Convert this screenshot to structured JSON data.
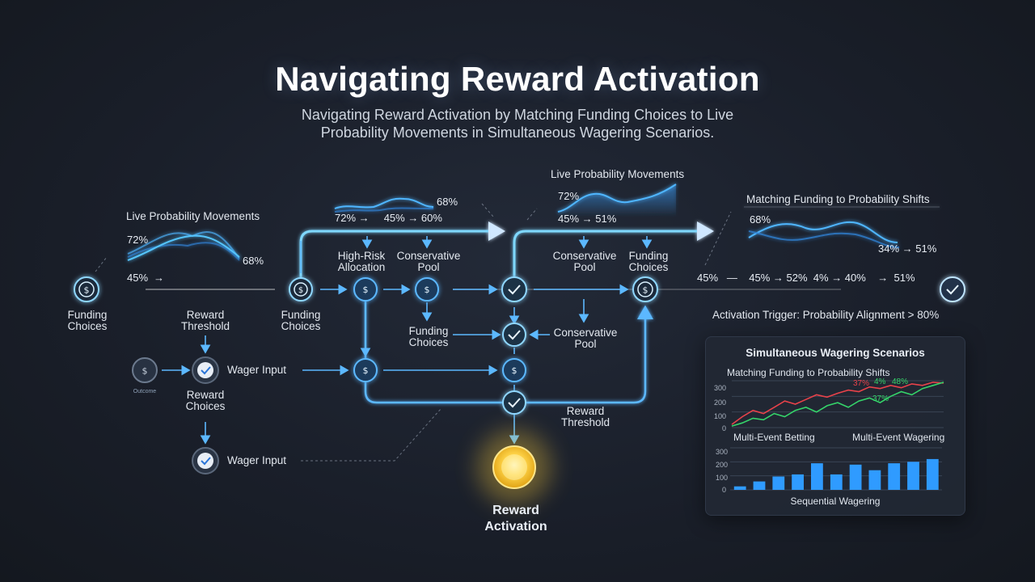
{
  "header": {
    "title": "Navigating Reward Activation",
    "subtitle_line1": "Navigating Reward Activation by Matching Funding Choices to Live",
    "subtitle_line2": "Probability Movements in Simultaneous Wagering Scenarios."
  },
  "colors": {
    "accent": "#4fb6ff",
    "glow": "#7fd4ff",
    "gold": "#ffcf3a",
    "red": "#e8424a",
    "green": "#35d46a"
  },
  "left_group": {
    "heading": "Live Probability Movements",
    "top_pct": "72%",
    "bottom_pct": "45%",
    "bottom_arrow": "→",
    "right_pct": "68%",
    "funding_label": "Funding\nChoices",
    "reward_threshold": "Reward\nThreshold",
    "reward_choices": "Reward\nChoices",
    "wager_input_1": "Wager Input",
    "wager_input_2": "Wager Input",
    "tiny_label": "Outcome"
  },
  "center_left": {
    "pct_top": "68%",
    "pct_row": "72% →     45% → 60%",
    "high_risk": "High-Risk\nAllocation",
    "conservative": "Conservative\nPool",
    "funding_label": "Funding\nChoices",
    "funding_choices_mid": "Funding\nChoices"
  },
  "center_right": {
    "heading": "Live Probability Movements",
    "pct_top": "72%",
    "pct_row": "45% → 51%",
    "conservative": "Conservative\nPool",
    "funding": "Funding\nChoices",
    "conservative_mid": "Conservative\nPool",
    "reward_threshold": "Reward\nThreshold"
  },
  "right_group": {
    "heading": "Matching Funding to Probability Shifts",
    "pct_top": "68%",
    "pct_right": "34% → 51%",
    "row_text": "45%   —    45% → 52%  4% → 40%    →  51%",
    "trigger": "Activation Trigger: Probability Alignment > 80%"
  },
  "reward_activation": "Reward\nActivation",
  "panel": {
    "title": "Simultaneous Wagering Scenarios",
    "line_chart_title": "Matching Funding to Probability Shifts",
    "line_yticks": [
      "300",
      "200",
      "100",
      "0"
    ],
    "line_labels": [
      "37%",
      "4%",
      "48%",
      "37%"
    ],
    "label_left": "Multi-Event Betting",
    "label_right": "Multi-Event Wagering",
    "bar_yticks": [
      "300",
      "200",
      "100",
      "0"
    ],
    "bar_caption": "Sequential Wagering"
  },
  "chart_data": [
    {
      "type": "line",
      "title": "Matching Funding to Probability Shifts",
      "ylim": [
        0,
        300
      ],
      "x": [
        0,
        1,
        2,
        3,
        4,
        5,
        6,
        7,
        8,
        9,
        10,
        11,
        12,
        13,
        14,
        15,
        16,
        17,
        18,
        19,
        20
      ],
      "series": [
        {
          "color": "#e8424a",
          "values": [
            20,
            70,
            110,
            90,
            130,
            170,
            150,
            180,
            210,
            195,
            220,
            240,
            230,
            260,
            250,
            270,
            255,
            280,
            270,
            290,
            285
          ]
        },
        {
          "color": "#35d46a",
          "values": [
            10,
            30,
            60,
            50,
            90,
            70,
            110,
            130,
            100,
            140,
            160,
            130,
            170,
            190,
            160,
            200,
            230,
            210,
            250,
            270,
            290
          ]
        }
      ]
    },
    {
      "type": "bar",
      "title": "Sequential Wagering",
      "ylim": [
        0,
        300
      ],
      "categories": [
        "1",
        "2",
        "3",
        "4",
        "5",
        "6",
        "7",
        "8",
        "9",
        "10",
        "11"
      ],
      "values": [
        25,
        60,
        95,
        110,
        190,
        110,
        180,
        140,
        190,
        200,
        220
      ]
    }
  ]
}
